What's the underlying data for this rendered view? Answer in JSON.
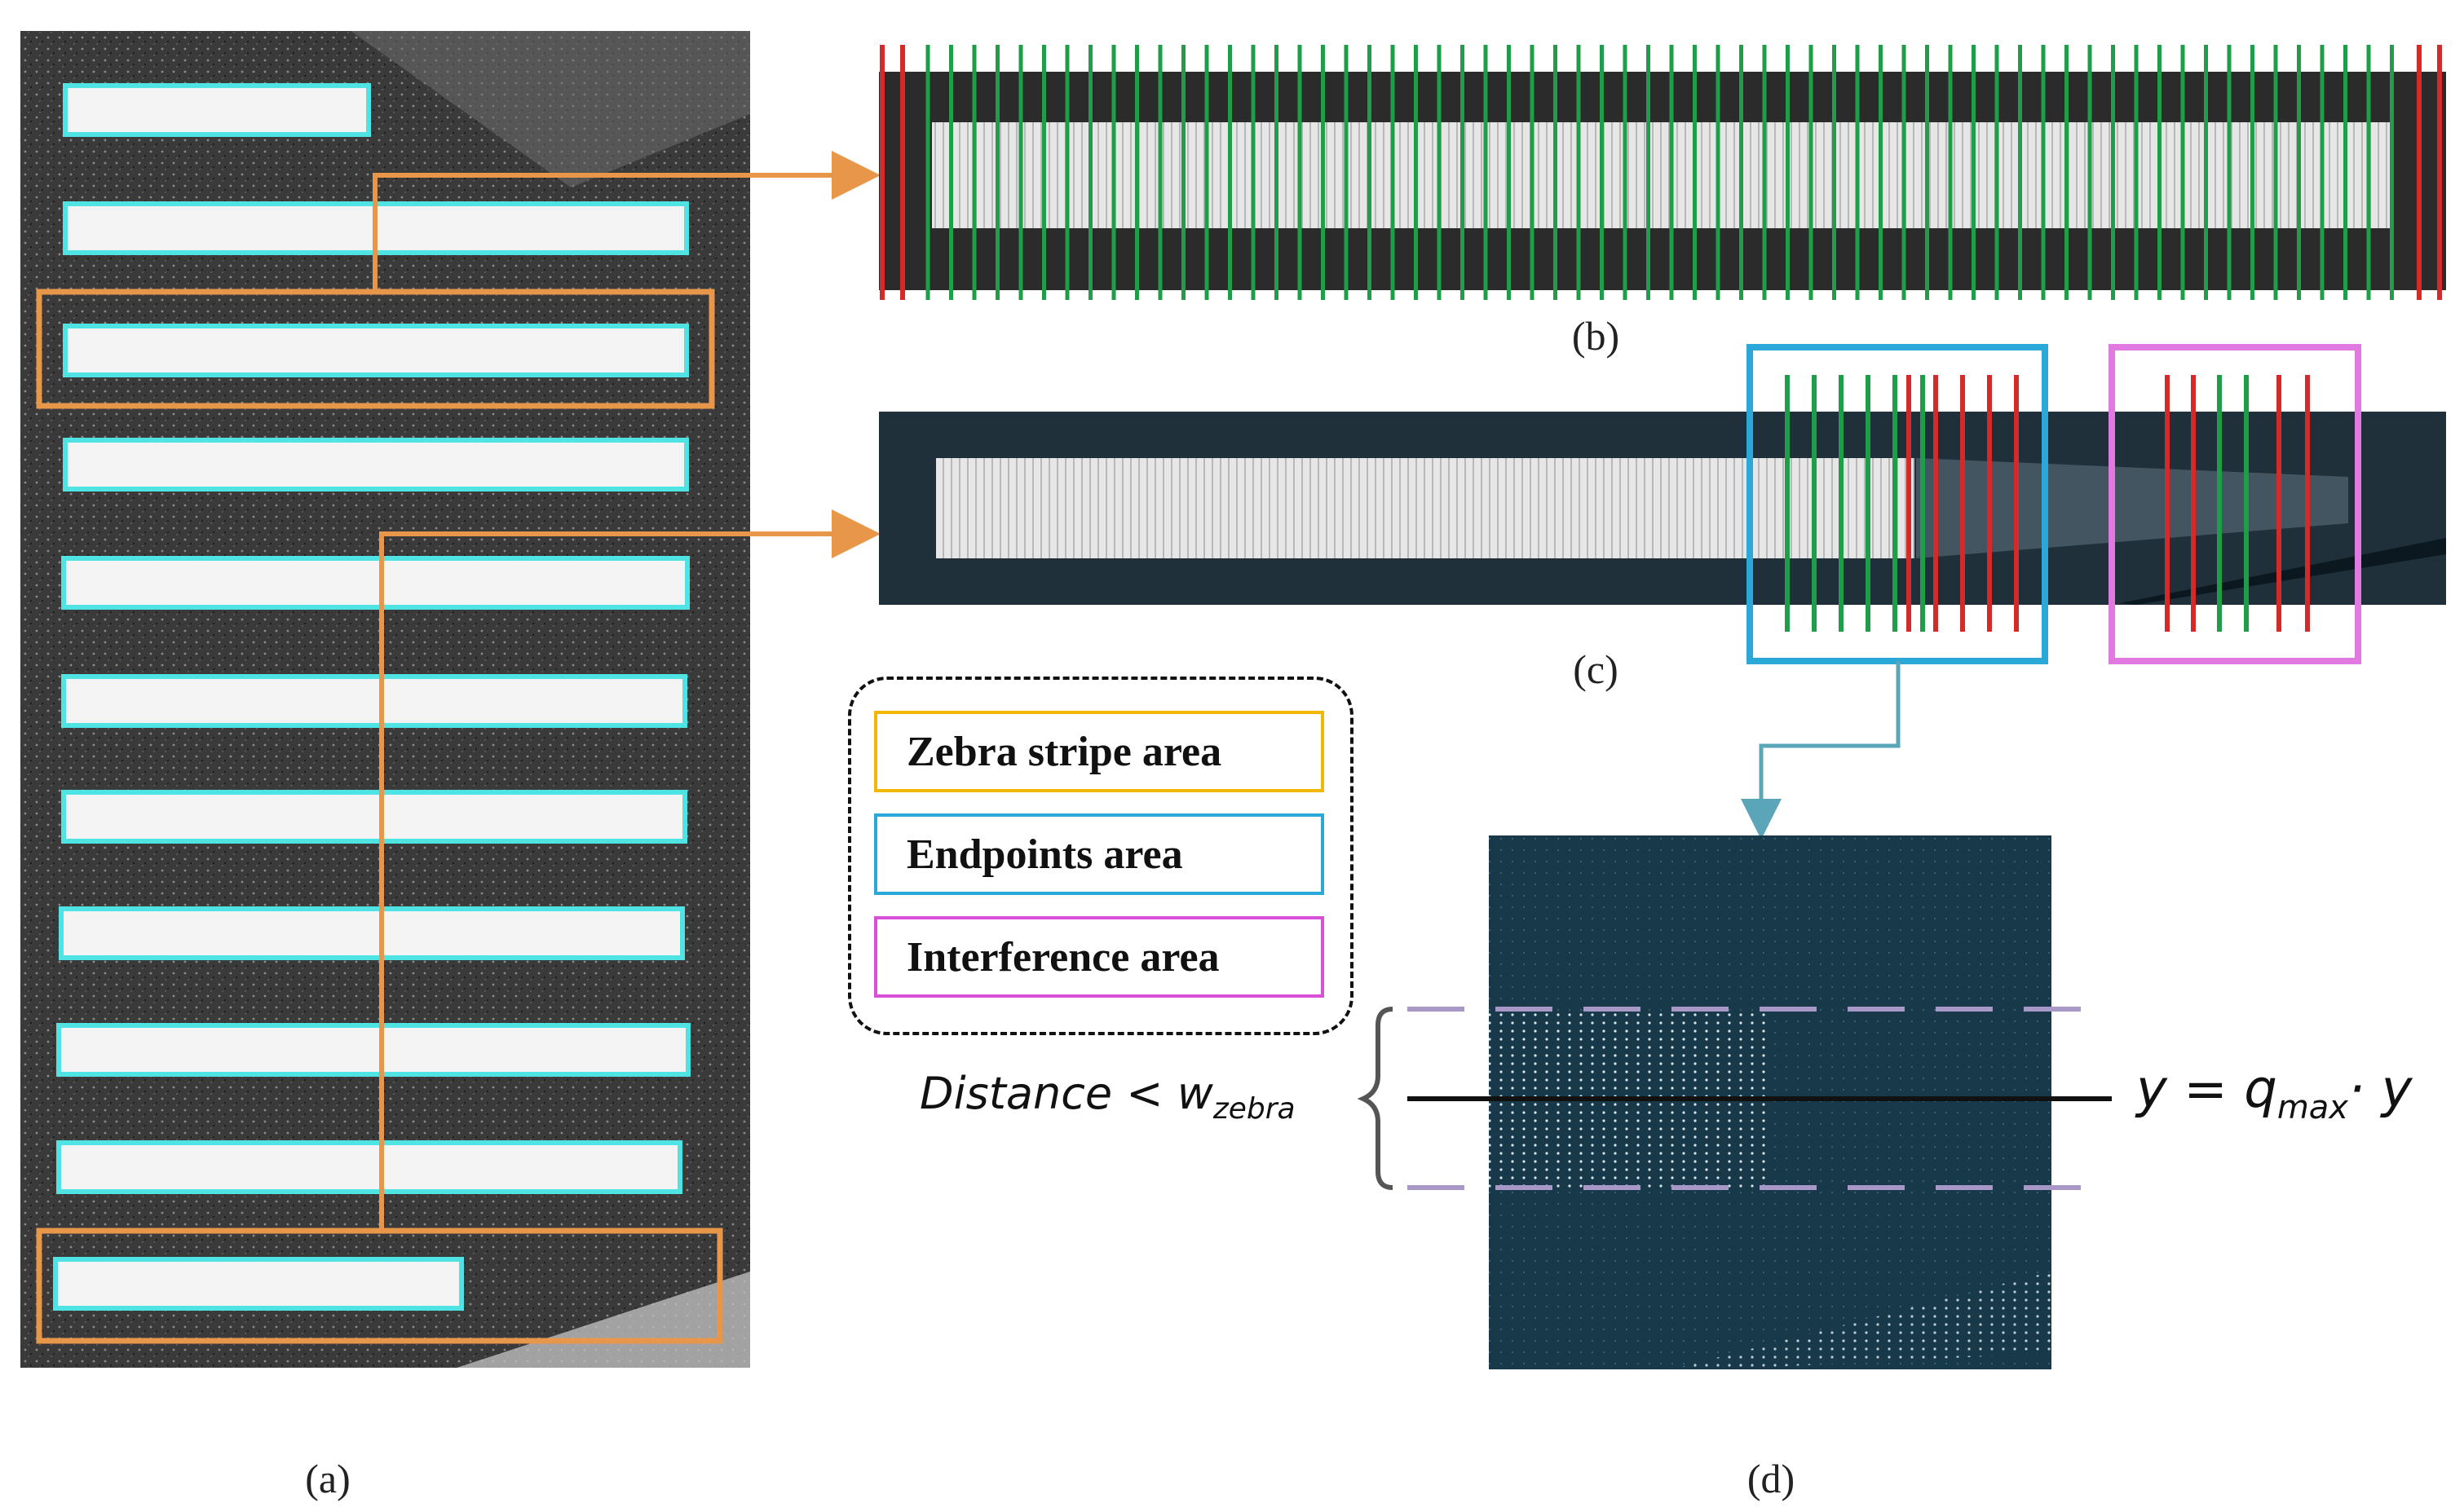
{
  "captions": {
    "a": "(a)",
    "b": "(b)",
    "c": "(c)",
    "d": "(d)"
  },
  "legend": {
    "items": [
      {
        "label": "Zebra stripe area",
        "color": "#f2b705"
      },
      {
        "label": "Endpoints area",
        "color": "#2aa8d8"
      },
      {
        "label": "Interference area",
        "color": "#d84fd8"
      }
    ]
  },
  "equations": {
    "distance_prefix": "Distance < w",
    "distance_sub": "zebra",
    "yline_prefix": "y = q",
    "yline_sub": "max",
    "yline_suffix": "· y"
  },
  "colors": {
    "stripe_outline": "#4fe3e3",
    "highlight_orange": "#e8964a",
    "line_green": "#1f9e4a",
    "line_red": "#d42a2a",
    "endpoint_box": "#2aa8d8",
    "interference_box": "#e07ae0",
    "dashed_guide": "#a898c8"
  }
}
